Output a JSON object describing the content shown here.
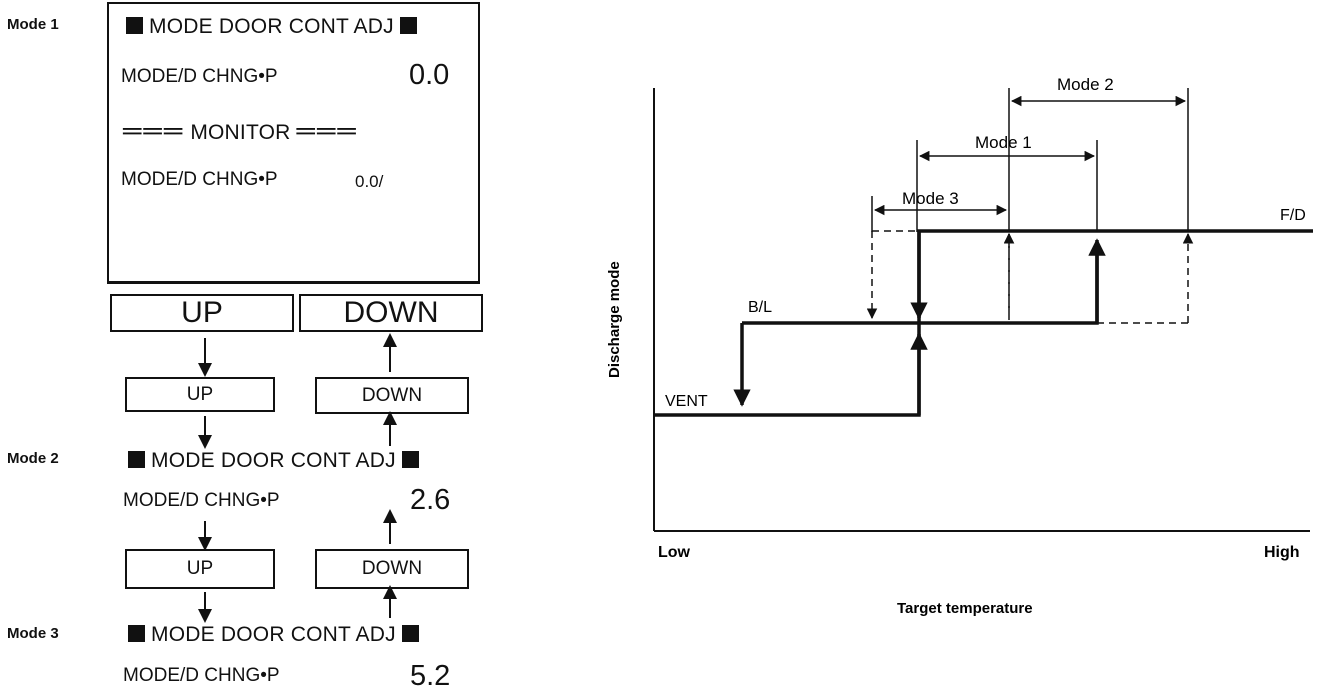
{
  "side_labels": {
    "mode1": "Mode 1",
    "mode2": "Mode 2",
    "mode3": "Mode 3"
  },
  "screen": {
    "header": "MODE DOOR CONT ADJ",
    "row1_label": "MODE/D CHNG•P",
    "row1_value": "0.0",
    "monitor_label": "MONITOR",
    "row2_label": "MODE/D CHNG•P",
    "row2_value": "0.0/"
  },
  "buttons": {
    "up_large": "UP",
    "down_large": "DOWN",
    "up_small": "UP",
    "down_small": "DOWN"
  },
  "mode2": {
    "header": "MODE DOOR CONT ADJ",
    "label": "MODE/D CHNG•P",
    "value": "2.6"
  },
  "mode3": {
    "header": "MODE DOOR CONT ADJ",
    "label": "MODE/D CHNG•P",
    "value": "5.2"
  },
  "chart": {
    "ylabel": "Discharge mode",
    "xlabel": "Target temperature",
    "x_low": "Low",
    "x_high": "High",
    "level_vent": "VENT",
    "level_bl": "B/L",
    "level_fd": "F/D",
    "band_mode1": "Mode 1",
    "band_mode2": "Mode 2",
    "band_mode3": "Mode 3"
  }
}
